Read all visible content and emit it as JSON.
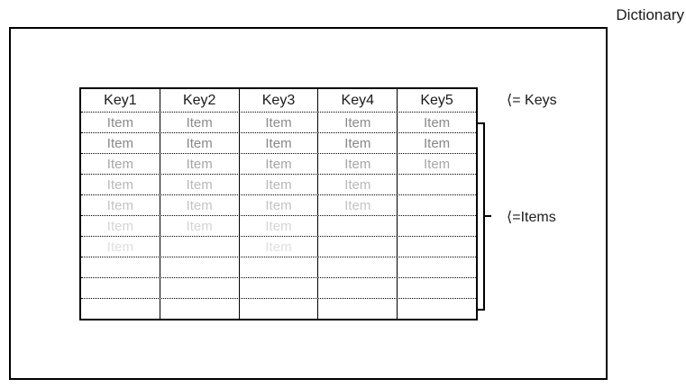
{
  "title": "Dictionary",
  "annotations": {
    "keys_label": "⟨= Keys",
    "items_label": "⟨=Items"
  },
  "table": {
    "headers": [
      "Key1",
      "Key2",
      "Key3",
      "Key4",
      "Key5"
    ],
    "rows": [
      [
        "Item",
        "Item",
        "Item",
        "Item",
        "Item"
      ],
      [
        "Item",
        "Item",
        "Item",
        "Item",
        "Item"
      ],
      [
        "Item",
        "Item",
        "Item",
        "Item",
        "Item"
      ],
      [
        "Item",
        "Item",
        "Item",
        "Item",
        ""
      ],
      [
        "Item",
        "Item",
        "Item",
        "Item",
        ""
      ],
      [
        "Item",
        "Item",
        "Item",
        "",
        ""
      ],
      [
        "Item",
        "",
        "Item",
        "",
        ""
      ],
      [
        "",
        "",
        "",
        "",
        ""
      ],
      [
        "",
        "",
        "",
        "",
        ""
      ],
      [
        "",
        "",
        "",
        "",
        ""
      ]
    ],
    "row_text_colors": [
      "#8b8b8b",
      "#878787",
      "#a6a6a6",
      "#b8b8b8",
      "#c4c4c4",
      "#d5d5d5",
      "#dfdfdf",
      "#ebebeb",
      "#ebebeb",
      "#ebebeb"
    ],
    "items_per_column": [
      7,
      6,
      7,
      5,
      3
    ]
  },
  "colors": {
    "line": "#000000",
    "header_text": "#1a1a1a",
    "title_text": "#1a1a1a",
    "background": "#ffffff"
  }
}
